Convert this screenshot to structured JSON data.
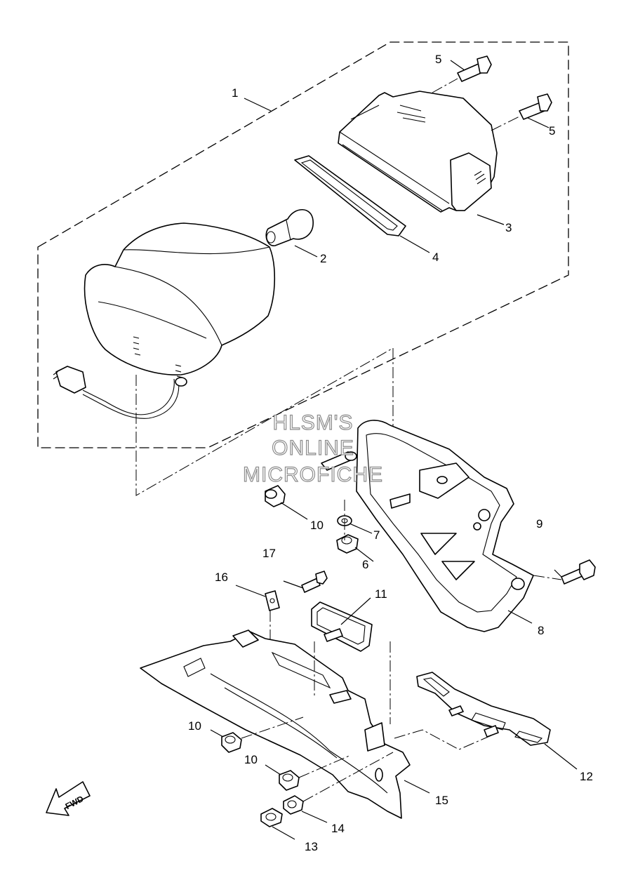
{
  "watermark": {
    "line1": "HLSM'S",
    "line2": "ONLINE",
    "line3": "MICROFICHE"
  },
  "direction_label": "FWD",
  "part_numbers": {
    "p1": "1",
    "p2": "2",
    "p3": "3",
    "p4": "4",
    "p5a": "5",
    "p5b": "5",
    "p6": "6",
    "p7": "7",
    "p8": "8",
    "p9": "9",
    "p10a": "10",
    "p10b": "10",
    "p10c": "10",
    "p11": "11",
    "p12": "12",
    "p13": "13",
    "p14": "14",
    "p15": "15",
    "p16": "16",
    "p17": "17"
  }
}
